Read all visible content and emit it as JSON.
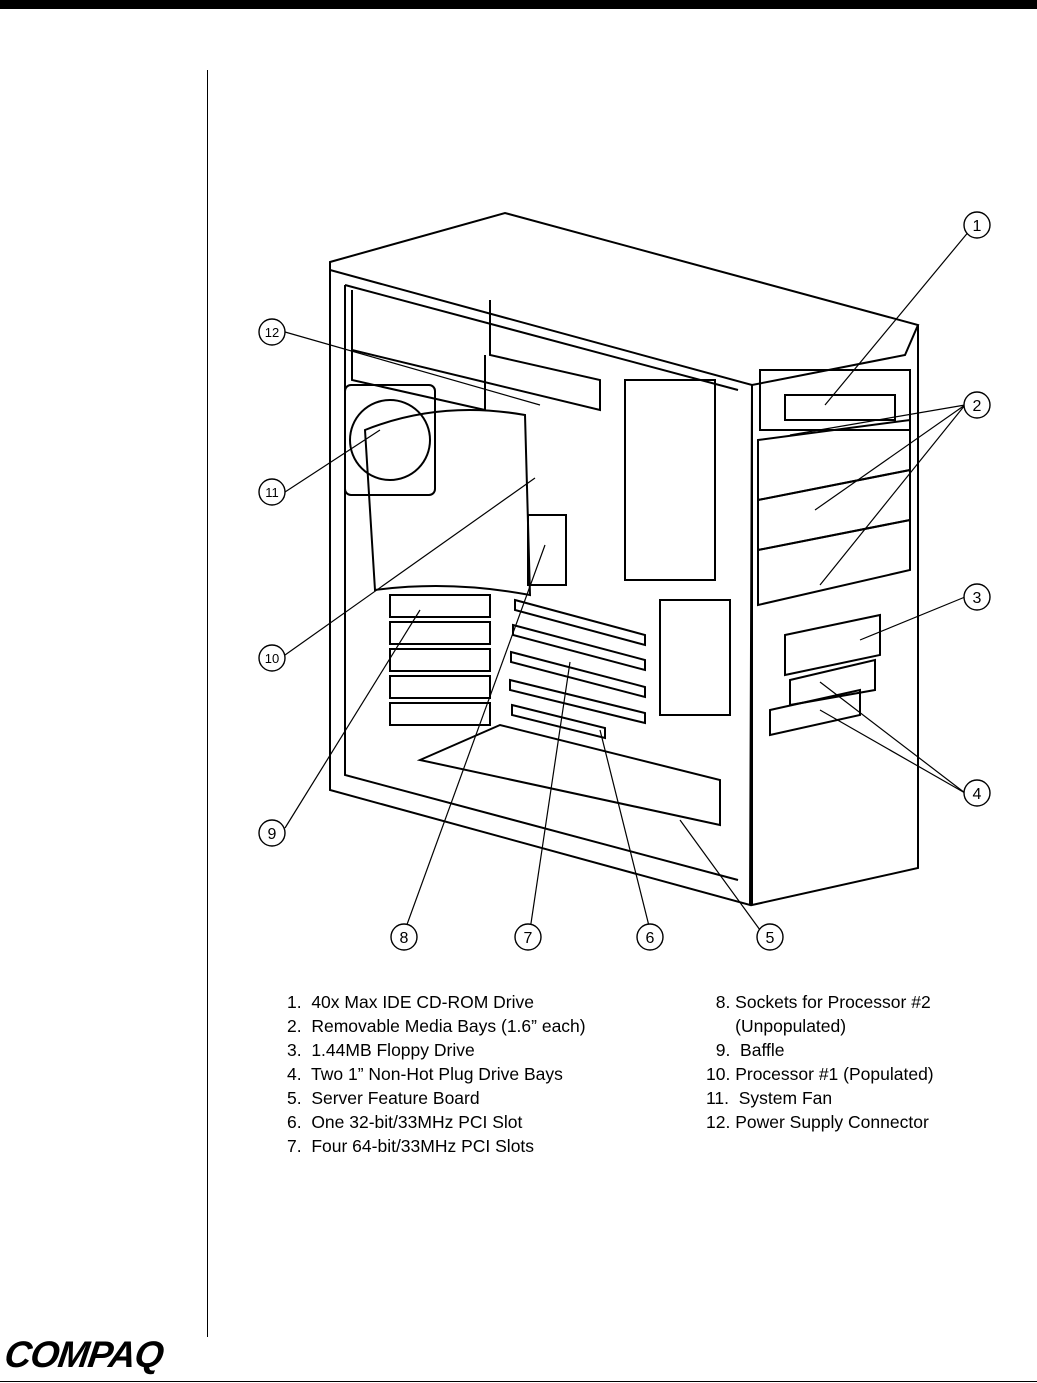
{
  "brand": {
    "logo_text": "COMPAQ"
  },
  "callouts": [
    "1",
    "2",
    "3",
    "4",
    "5",
    "6",
    "7",
    "8",
    "9",
    "10",
    "11",
    "12"
  ],
  "legend": {
    "left": [
      "1.  40x Max IDE CD-ROM Drive",
      "2.  Removable Media Bays (1.6” each)",
      "3.  1.44MB Floppy Drive",
      "4.  Two 1” Non-Hot Plug Drive Bays",
      "5.  Server Feature Board",
      "6.  One 32-bit/33MHz PCI Slot",
      "7.  Four 64-bit/33MHz PCI Slots"
    ],
    "right": [
      "  8. Sockets for Processor #2",
      "      (Unpopulated)",
      "  9.  Baffle",
      "10. Processor #1 (Populated)",
      "11.  System Fan",
      "12. Power Supply Connector"
    ]
  }
}
